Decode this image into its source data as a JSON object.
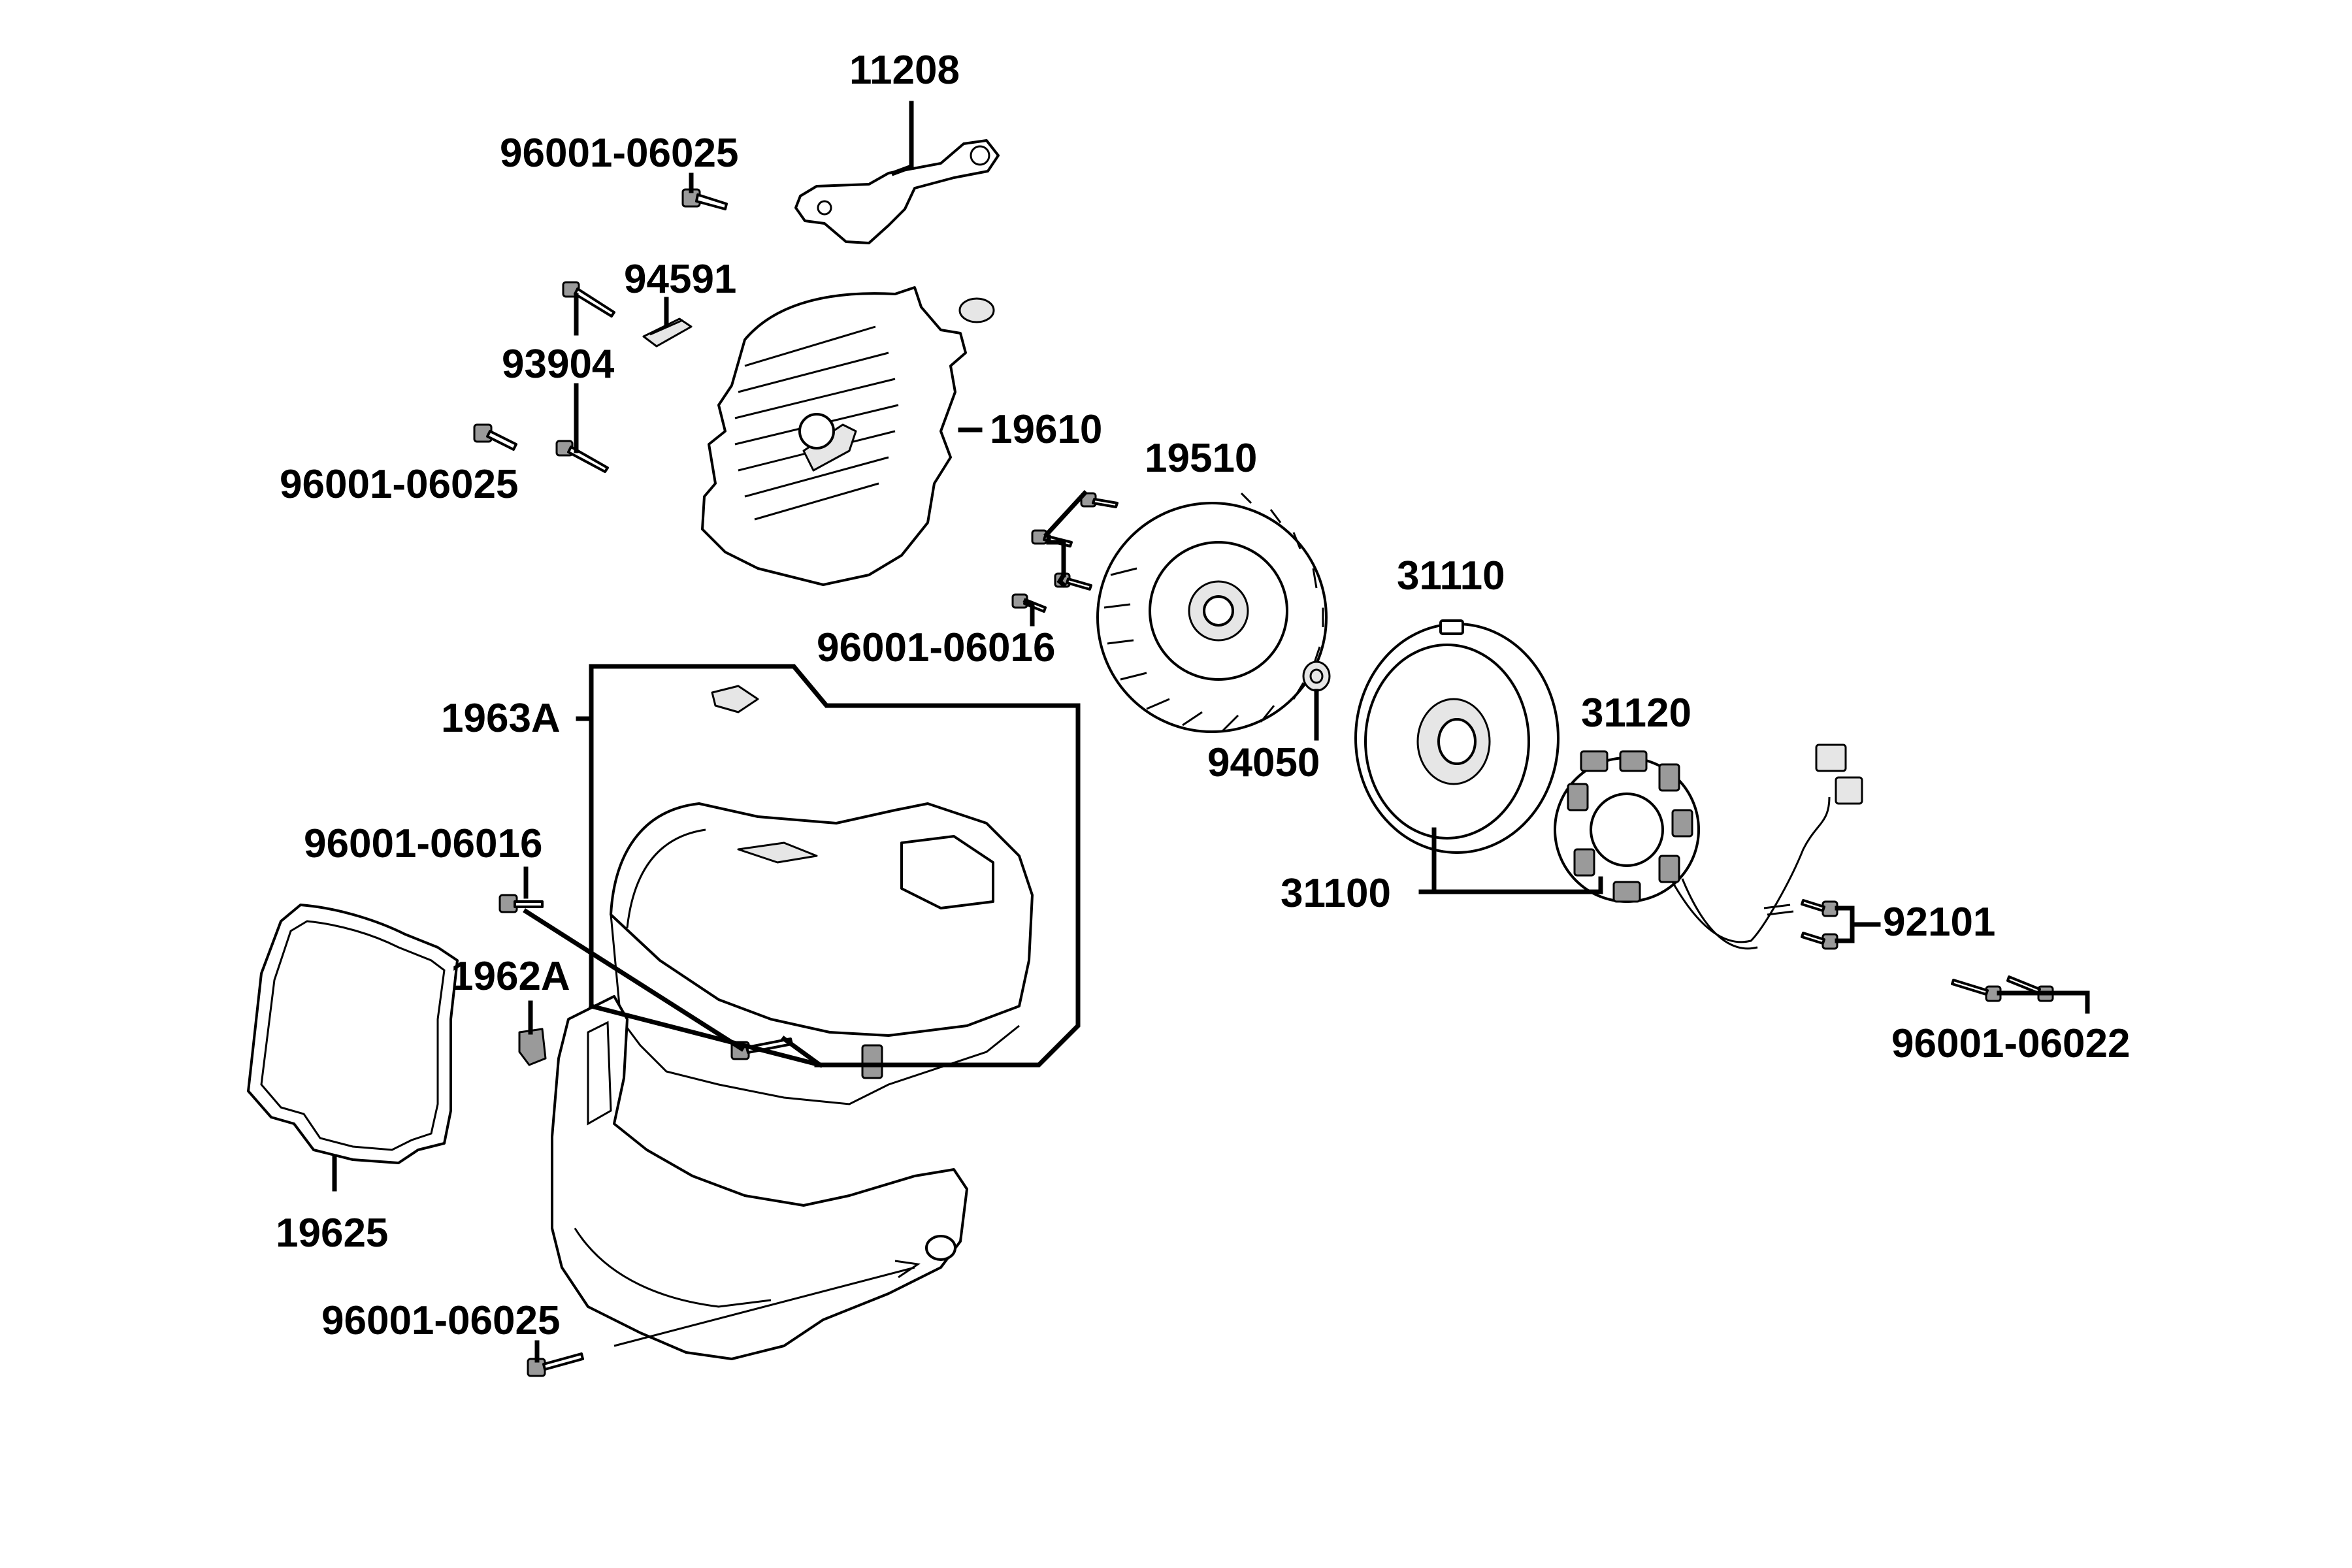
{
  "callouts": {
    "p11208": "11208",
    "p96001_06025_top": "96001-06025",
    "p94591": "94591",
    "p93904": "93904",
    "p96001_06025_left": "96001-06025",
    "p19610": "19610",
    "p19510": "19510",
    "p96001_06016_mid": "96001-06016",
    "p31110": "31110",
    "p94050": "94050",
    "p31120": "31120",
    "p1963A": "1963A",
    "p96001_06016_left": "96001-06016",
    "p31100": "31100",
    "p92101": "92101",
    "p96001_06022": "96001-06022",
    "p1962A": "1962A",
    "p19625": "19625",
    "p96001_06025_bottom": "96001-06025"
  }
}
